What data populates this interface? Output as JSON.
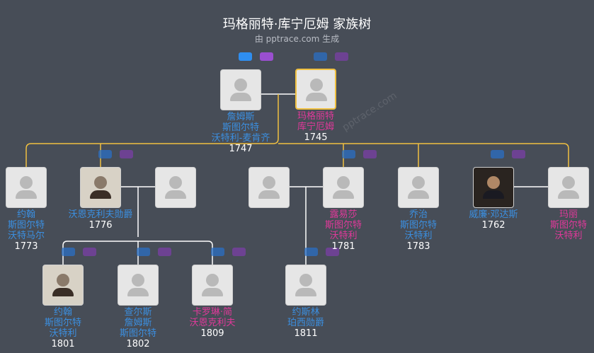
{
  "title": "玛格丽特·库宁厄姆 家族树",
  "subtitle": "由 pptrace.com 生成",
  "watermark": "pptrace.com",
  "colors": {
    "male": "#3b8fe0",
    "female": "#e0399a",
    "line": "#f0c040",
    "background": "#474d57"
  },
  "people": {
    "james": {
      "name": [
        "詹姆斯",
        "斯图尔特",
        "沃特利-麦肯齐"
      ],
      "year": "1747"
    },
    "margaret": {
      "name": [
        "玛格丽特",
        "库宁厄姆"
      ],
      "year": "1745"
    },
    "john1": {
      "name": [
        "约翰",
        "斯图尔特",
        "沃特马尔"
      ],
      "year": "1773"
    },
    "wharncliffe": {
      "name": [
        "沃恩克利夫勋爵"
      ],
      "year": "1776"
    },
    "louisa": {
      "name": [
        "露易莎",
        "斯图尔特",
        "沃特利"
      ],
      "year": "1781"
    },
    "george": {
      "name": [
        "乔治",
        "斯图尔特",
        "沃特利"
      ],
      "year": "1783"
    },
    "william": {
      "name": [
        "威廉·邓达斯"
      ],
      "year": "1762"
    },
    "mary": {
      "name": [
        "玛丽",
        "斯图尔特",
        "沃特利"
      ],
      "year": ""
    },
    "john2": {
      "name": [
        "约翰",
        "斯图尔特",
        "沃特利"
      ],
      "year": "1801"
    },
    "charles": {
      "name": [
        "查尔斯",
        "詹姆斯",
        "斯图尔特"
      ],
      "year": "1802"
    },
    "caroline": {
      "name": [
        "卡罗琳·简",
        "沃恩克利夫"
      ],
      "year": "1809"
    },
    "josslyn": {
      "name": [
        "约斯林",
        "珀西勋爵"
      ],
      "year": "1811"
    }
  }
}
